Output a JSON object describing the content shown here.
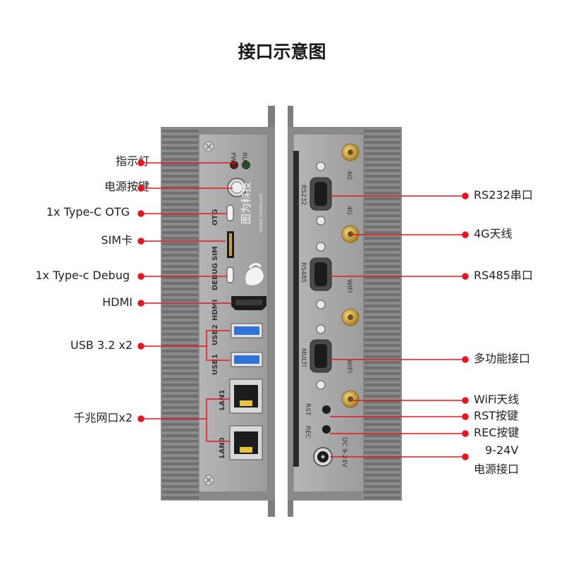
{
  "title": "接口示意图",
  "panel_labels": {
    "pwr": "PWR",
    "run": "RUN",
    "otg": "OTG",
    "sim": "SIM",
    "debug": "DEBUG",
    "hdmi": "HDMI",
    "usb2": "USB2",
    "usb1": "USB1",
    "lan1": "LAN1",
    "lan0": "LAN0",
    "rs232": "RS232",
    "rs485": "RS485",
    "multi": "MULTI",
    "ant_4g_1": "4G",
    "ant_4g_2": "4G",
    "ant_wifi_1": "WIFI",
    "ant_wifi_2": "WIFI",
    "rst": "RST",
    "rec": "REC",
    "dc": "DC 9-24V"
  },
  "logo": {
    "name": "图为科技",
    "sub": "TUOWEI TECHNOLOGY"
  },
  "left_callouts": [
    {
      "id": "indicator",
      "text": "指示灯"
    },
    {
      "id": "power-button",
      "text": "电源按键"
    },
    {
      "id": "type-c-otg",
      "text": "1x Type-C OTG"
    },
    {
      "id": "sim-card",
      "text": "SIM卡"
    },
    {
      "id": "type-c-debug",
      "text": "1x Type-c Debug"
    },
    {
      "id": "hdmi",
      "text": "HDMI"
    },
    {
      "id": "usb",
      "text": "USB 3.2 x2"
    },
    {
      "id": "lan",
      "text": "千兆网口x2"
    }
  ],
  "right_callouts": [
    {
      "id": "rs232",
      "text": "RS232串口"
    },
    {
      "id": "4g-antenna",
      "text": "4G天线"
    },
    {
      "id": "rs485",
      "text": "RS485串口"
    },
    {
      "id": "multi-port",
      "text": "多功能接口"
    },
    {
      "id": "wifi-antenna",
      "text": "WiFi天线"
    },
    {
      "id": "rst-button",
      "text": "RST按键"
    },
    {
      "id": "rec-button",
      "text": "REC按键"
    },
    {
      "id": "dc-power-1",
      "text": "9-24V"
    },
    {
      "id": "dc-power-2",
      "text": "电源接口"
    }
  ],
  "colors": {
    "callout_red": "#e8141e",
    "case_gray": "#8f8f8f",
    "panel_gray": "#a9a9a9",
    "fin_dark": "#6e6e6e",
    "port_black": "#1c1c1c",
    "gold": "#c9a23a",
    "usb_blue": "#2f73d8"
  }
}
